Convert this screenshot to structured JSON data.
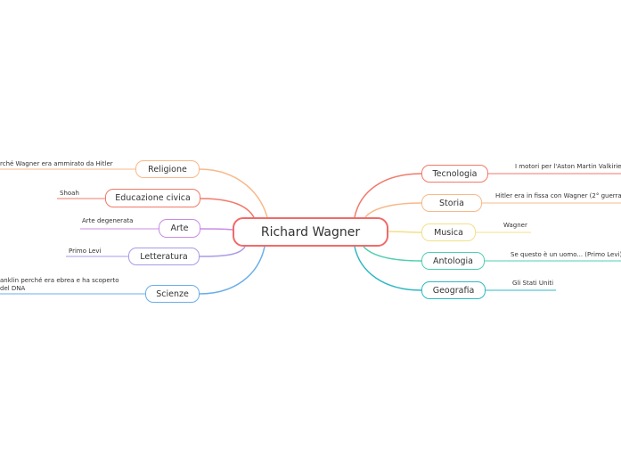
{
  "center": {
    "label": "Richard Wagner",
    "color": "#f06a6a"
  },
  "left_branches": [
    {
      "key": "religione",
      "label": "Religione",
      "color": "#f8b98a",
      "note": "rché Wagner era ammirato da Hitler"
    },
    {
      "key": "educazione",
      "label": "Educazione civica",
      "color": "#f07a6a",
      "note": "Shoah"
    },
    {
      "key": "arte",
      "label": "Arte",
      "color": "#c98ce6",
      "note": "Arte degenerata"
    },
    {
      "key": "letteratura",
      "label": "Letteratura",
      "color": "#a99ae8",
      "note": "Primo Levi"
    },
    {
      "key": "scienze",
      "label": "Scienze",
      "color": "#6aaee8",
      "note_line1": "anklin perché era ebrea e ha scoperto",
      "note_line2": "del DNA"
    }
  ],
  "right_branches": [
    {
      "key": "tecnologia",
      "label": "Tecnologia",
      "color": "#f07a6a",
      "note": "I motori per l'Aston Martin Valkirie"
    },
    {
      "key": "storia",
      "label": "Storia",
      "color": "#f8b98a",
      "note": "Hitler era in fissa con Wagner (2° guerra"
    },
    {
      "key": "musica",
      "label": "Musica",
      "color": "#f2e08a",
      "note": "Wagner"
    },
    {
      "key": "antologia",
      "label": "Antologia",
      "color": "#4fcfb0",
      "note": "Se questo è un uomo... (Primo Levi)"
    },
    {
      "key": "geografia",
      "label": "Geografia",
      "color": "#2fb8c4",
      "note": "Gli Stati Uniti"
    }
  ]
}
